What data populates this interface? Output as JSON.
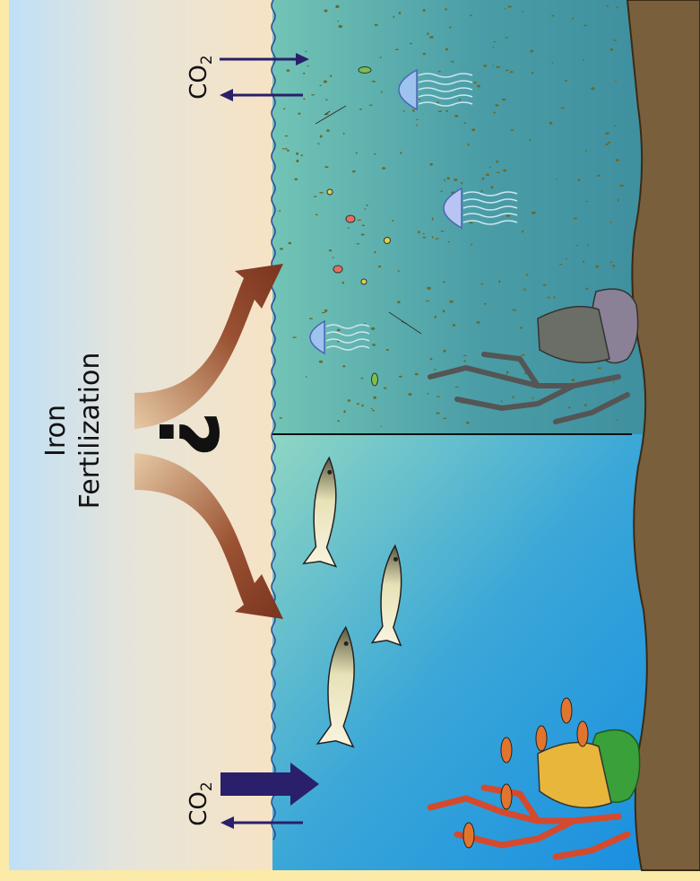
{
  "labels": {
    "title_line1": "Iron",
    "title_line2": "Fertilization",
    "question_mark": "?",
    "co2_top": "CO",
    "co2_top_sub": "2",
    "co2_bottom": "CO",
    "co2_bottom_sub": "2"
  },
  "colors": {
    "border": "#fbeaa8",
    "sky_top": "#bfe0f7",
    "sky_beach": "#f7e3c4",
    "ocean_left": "#3f98d2",
    "ocean_right": "#6ec9b8",
    "murky_ocean": "#4b9a9e",
    "seabed": "#7a5f3c",
    "arrow_brown": "#7a3420",
    "co2_arrow": "#2a1f6b",
    "coral_red": "#d44a2e",
    "coral_yellow": "#e8b63a",
    "coral_green": "#3aa03a",
    "dead_coral": "#7a7a7a"
  },
  "icons": [
    "tuna-fish-icon",
    "clownfish-icon",
    "jellyfish-icon",
    "coral-icon",
    "dead-coral-icon",
    "zooplankton-icon"
  ]
}
